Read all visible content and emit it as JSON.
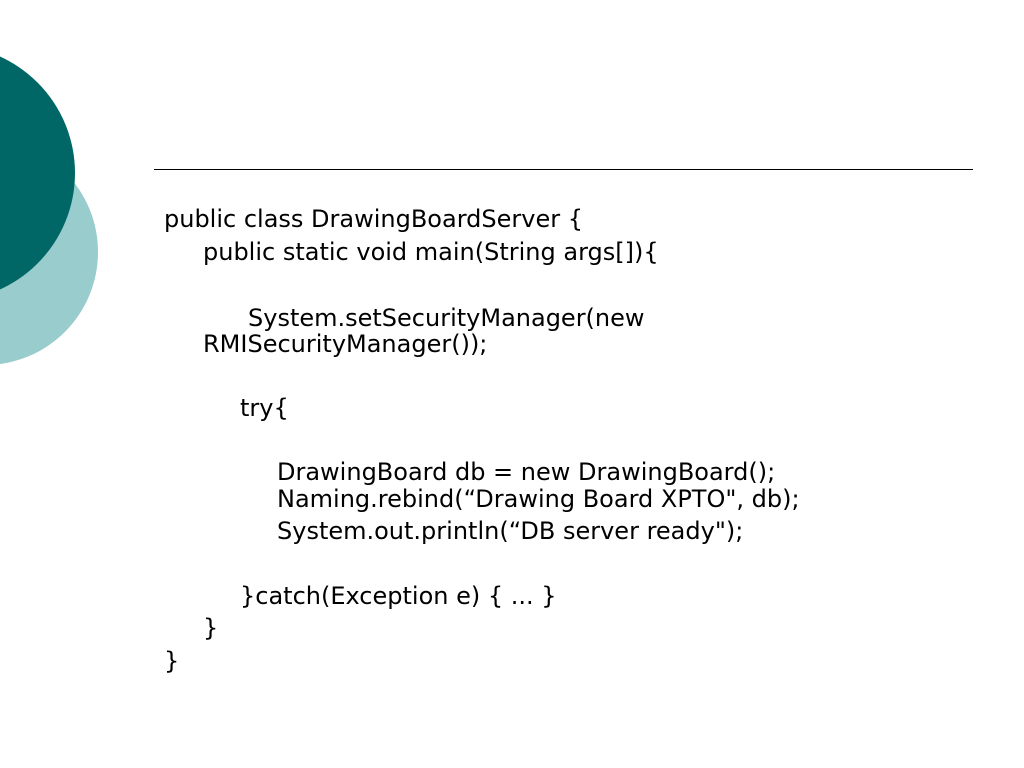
{
  "theme": {
    "dark_teal": "#006666",
    "light_teal": "#99CCCC",
    "rule_color": "#000000",
    "text_color": "#000000"
  },
  "code": {
    "line1": "public class DrawingBoardServer {",
    "line2": "public static void main(String args[]){",
    "line3": "System.setSecurityManager(new",
    "line4": "RMISecurityManager());",
    "line5": "try{",
    "line6": "DrawingBoard db = new DrawingBoard();",
    "line7": "Naming.rebind(“Drawing Board XPTO\", db);",
    "line8": "System.out.println(“DB server ready\");",
    "line9": "}catch(Exception e) { ... }",
    "line10": "}",
    "line11": "}"
  }
}
